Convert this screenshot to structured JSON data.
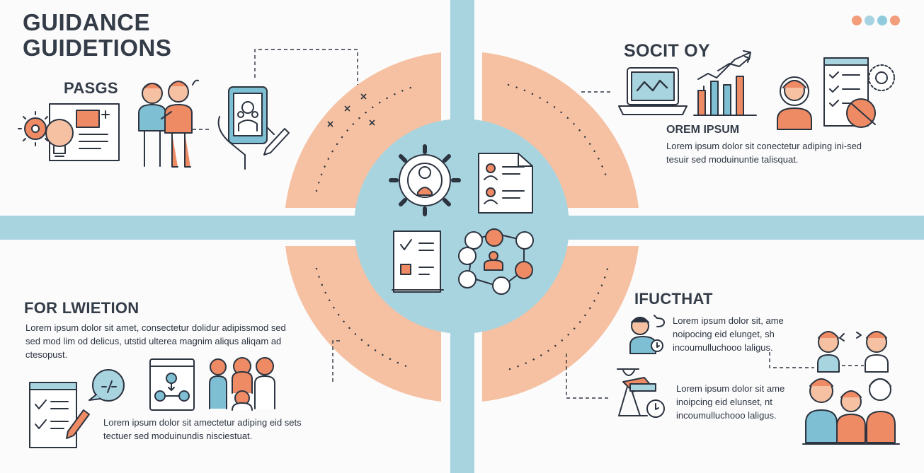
{
  "title": {
    "line1": "GUIDANCE",
    "line2": "GUIDETIONS"
  },
  "top_left": {
    "label": "PASGS"
  },
  "top_right": {
    "title": "SOCIT OY",
    "subtitle": "OREM IPSUM",
    "text": "Lorem ipsum dolor sit conectetur adiping ini-sed tesuir sed moduinuntie talisquat."
  },
  "bottom_left": {
    "title": "FOR LWIETION",
    "text": "Lorem ipsum dolor sit amet, consectetur dolidur adipissmod sed sed mod lim od delicus, utstid ulterea magnim aliqus aliqam ad ctesopust.",
    "text2": "Lorem ipsum dolor sit amectetur adiping eid sets tectuer sed moduinundis nisciestuat."
  },
  "bottom_right": {
    "title": "IFUCTHAT",
    "text": "Lorem ipsum dolor sit, ame noipocing eid elunget, sh incoumulluchooo laligus.",
    "text2": "Lorem ipsum dolor sit ame inoipcing eid elunset, nt incoumulluchooo laligus."
  },
  "colors": {
    "accent_blue": "#a8d4e0",
    "accent_peach": "#f5c1a2",
    "icon_orange": "#ee8a64",
    "icon_blue": "#7fbfd4",
    "ink": "#2c3440",
    "dot_colors": [
      "#f29d7c",
      "#a6d3e2",
      "#8fcbdd",
      "#f29d7c"
    ]
  },
  "icons": [
    "gear-lightbulb-icon",
    "two-people-icon",
    "tablet-in-hand-icon",
    "laptop-chart-icon",
    "bar-chart-growth-icon",
    "person-avatar-icon",
    "checklist-gear-icon",
    "gear-person-icon",
    "profile-document-icon",
    "checklist-document-icon",
    "network-person-icon",
    "checklist-pencil-icon",
    "speech-bubble-icon",
    "flowchart-window-icon",
    "group-of-people-icon",
    "person-speaking-icon",
    "pair-of-people-icon",
    "easel-clock-icon",
    "group-of-three-icon"
  ]
}
